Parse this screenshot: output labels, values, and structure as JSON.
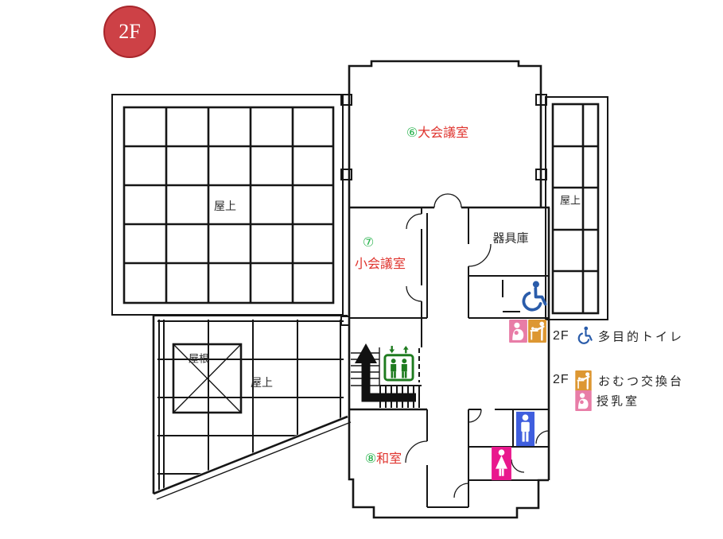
{
  "floor_badge": {
    "label": "2F"
  },
  "rooms": {
    "large_conference": {
      "number": "⑥",
      "name": "大会議室"
    },
    "small_conference": {
      "number": "⑦",
      "name": "小会議室"
    },
    "equipment_storage": {
      "name": "器具庫"
    },
    "japanese_room": {
      "number": "⑧",
      "name": "和室"
    },
    "rooftop_upper_left": {
      "name": "屋上"
    },
    "rooftop_right": {
      "name": "屋上"
    },
    "rooftop_lower_left": {
      "name": "屋上"
    },
    "roof": {
      "name": "屋根"
    }
  },
  "legend": {
    "multipurpose_toilet": {
      "floor": "2F",
      "icon": "accessible-wheelchair-icon",
      "label": "多目的トイレ"
    },
    "diaper_station": {
      "floor": "2F",
      "icon": "diaper-changing-icon",
      "label": "おむつ交換台"
    },
    "nursing_room": {
      "icon": "nursing-room-icon",
      "label": "授乳室"
    }
  },
  "plan_icons": [
    "accessible-wheelchair-icon",
    "nursing-room-icon",
    "diaper-changing-icon",
    "elevator-icon",
    "stairs-up-arrow",
    "male-toilet-icon",
    "female-toilet-icon"
  ],
  "colors": {
    "badge_red": "#cd4146",
    "badge_border": "#a8262b",
    "room_label_red": "#df332d",
    "number_green": "#26b24b",
    "elevator_green": "#1e7b1f",
    "accessible_blue": "#2a5caa",
    "male_blue": "#3f5ede",
    "female_magenta": "#e9188d",
    "nursing_pink": "#e87da7",
    "diaper_orange": "#dd9732"
  }
}
